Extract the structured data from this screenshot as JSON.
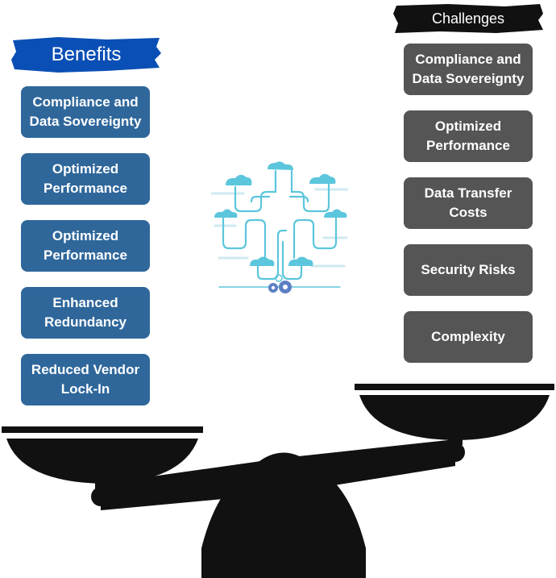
{
  "benefits": {
    "title": "Benefits",
    "items": [
      {
        "label": "Compliance and Data Sovereignty"
      },
      {
        "label": "Optimized Performance"
      },
      {
        "label": "Optimized Performance"
      },
      {
        "label": "Enhanced Redundancy"
      },
      {
        "label": "Reduced Vendor Lock-In"
      }
    ]
  },
  "challenges": {
    "title": "Challenges",
    "items": [
      {
        "label": "Compliance and Data Sovereignty"
      },
      {
        "label": "Optimized Performance"
      },
      {
        "label": "Data Transfer Costs"
      },
      {
        "label": "Security Risks"
      },
      {
        "label": "Complexity"
      }
    ]
  },
  "colors": {
    "benefit_box": "#2f679b",
    "benefit_banner": "#0a4fb5",
    "challenge_box": "#555555",
    "challenge_banner": "#111111",
    "scale": "#111111",
    "cloud_graphic": "#5bc6dc"
  },
  "icons": [
    "cloud-network-icon",
    "gear-icon",
    "balance-scale-icon"
  ]
}
